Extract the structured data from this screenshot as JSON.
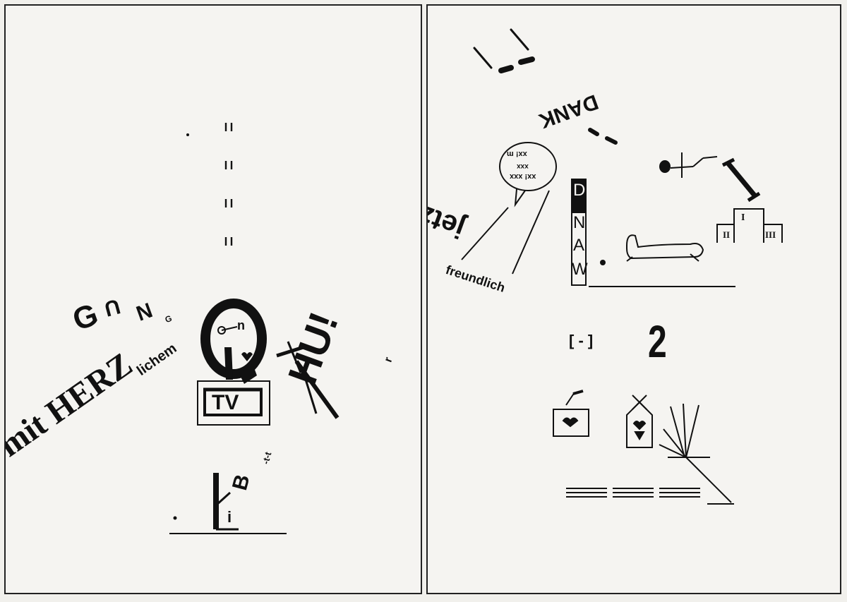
{
  "left_page": {
    "word_gung": [
      "G",
      "U",
      "N",
      "G"
    ],
    "word_herz": "mit HERZ",
    "word_herz_suffix": "lichem",
    "clock_letter": "n",
    "tv_label": "TV",
    "exclaim": "HU!",
    "small_r": "r",
    "word_bitte": "B",
    "bitte_marks": "-t-t",
    "figure_i": "i"
  },
  "right_page": {
    "word_dank": "DANK",
    "bubble_lines": [
      "xx! m",
      "xxx",
      "xx! xxx"
    ],
    "word_wand": [
      "D",
      "N",
      "A",
      "W"
    ],
    "word_jetzt": "jetzt",
    "word_freundlich": "freundlich",
    "bracket_minus": "[ - ]",
    "number_two": "2",
    "podium_first": "I",
    "podium_second": "II",
    "podium_third": "III",
    "roman_one": "I"
  },
  "colors": {
    "ink": "#111111",
    "paper": "#f5f4f1",
    "border": "#222222"
  }
}
